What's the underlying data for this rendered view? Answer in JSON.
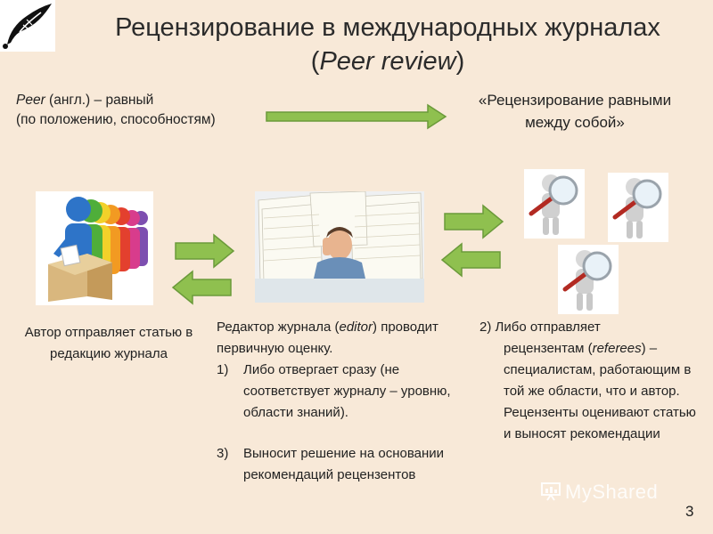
{
  "header": {
    "title": "Рецензирование в международных журналах",
    "subtitle_open": "(",
    "subtitle_term": "Peer review",
    "subtitle_close": ")"
  },
  "definition": {
    "term": "Peer",
    "line1_rest": " (англ.) – равный",
    "line2": "(по положению, способностям)"
  },
  "meaning": {
    "line1": "«Рецензирование равными",
    "line2": "между собой»"
  },
  "author": {
    "caption": "Автор отправляет статью в редакцию журнала"
  },
  "editor": {
    "intro_a": "Редактор журнала (",
    "intro_term": "editor",
    "intro_b": ") проводит первичную оценку.",
    "items": [
      {
        "number": "1)",
        "text": "Либо отвергает сразу (не соответствует журналу – уровню, области знаний)."
      },
      {
        "number": "3)",
        "text": "Выносит решение на основании рекомендаций рецензентов"
      }
    ]
  },
  "referees": {
    "first_a": "2) Либо отправляет",
    "rest_a": "рецензентам (",
    "term": "referees",
    "rest_b": ") – специалистам, работающим в той же области, что и автор. Рецензенты оценивают статью и выносят рекомендации"
  },
  "page_number": "3",
  "watermark": "MyShared",
  "colors": {
    "background": "#f8e9d8",
    "arrow_fill": "#8fc04f",
    "arrow_stroke": "#6b9a3a"
  },
  "icons": [
    "quill-pen-icon",
    "arrow-right-icon",
    "arrow-left-icon",
    "magnifier-figure-icon",
    "presentation-icon"
  ]
}
